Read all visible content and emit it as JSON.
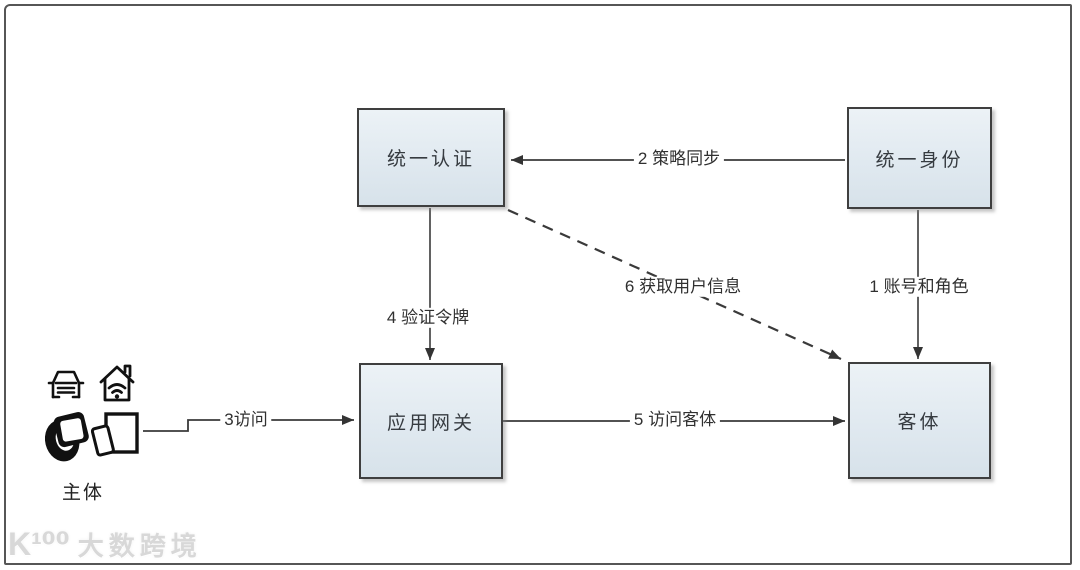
{
  "nodes": [
    {
      "id": "unified-auth",
      "label": "统一认证"
    },
    {
      "id": "unified-identity",
      "label": "统一身份"
    },
    {
      "id": "app-gateway",
      "label": "应用网关"
    },
    {
      "id": "object",
      "label": "客体"
    }
  ],
  "edges": [
    {
      "num": "1",
      "label": "1 账号和角色",
      "from": "统一身份",
      "to": "客体",
      "style": "solid"
    },
    {
      "num": "2",
      "label": "2 策略同步",
      "from": "统一身份",
      "to": "统一认证",
      "style": "solid"
    },
    {
      "num": "3",
      "label": "3访问",
      "from": "主体",
      "to": "应用网关",
      "style": "solid"
    },
    {
      "num": "4",
      "label": "4 验证令牌",
      "from": "统一认证",
      "to": "应用网关",
      "style": "solid"
    },
    {
      "num": "5",
      "label": "5 访问客体",
      "from": "应用网关",
      "to": "客体",
      "style": "solid"
    },
    {
      "num": "6",
      "label": "6 获取用户信息",
      "from": "统一认证",
      "to": "客体",
      "style": "dashed"
    }
  ],
  "actors": {
    "subject_label": "主体",
    "icons": [
      "car-icon",
      "smart-home-icon",
      "smartwatch-icon",
      "tablet-phone-icon"
    ]
  },
  "watermark": {
    "logo": "K¹⁰⁰",
    "text": "大数跨境"
  },
  "colors": {
    "node_fill_top": "#ecf2f6",
    "node_fill_bottom": "#d7e2ea",
    "node_border": "#3f3f3f",
    "line": "#3a3a3a",
    "label_text": "#303030",
    "watermark": "#d8d8d8"
  }
}
